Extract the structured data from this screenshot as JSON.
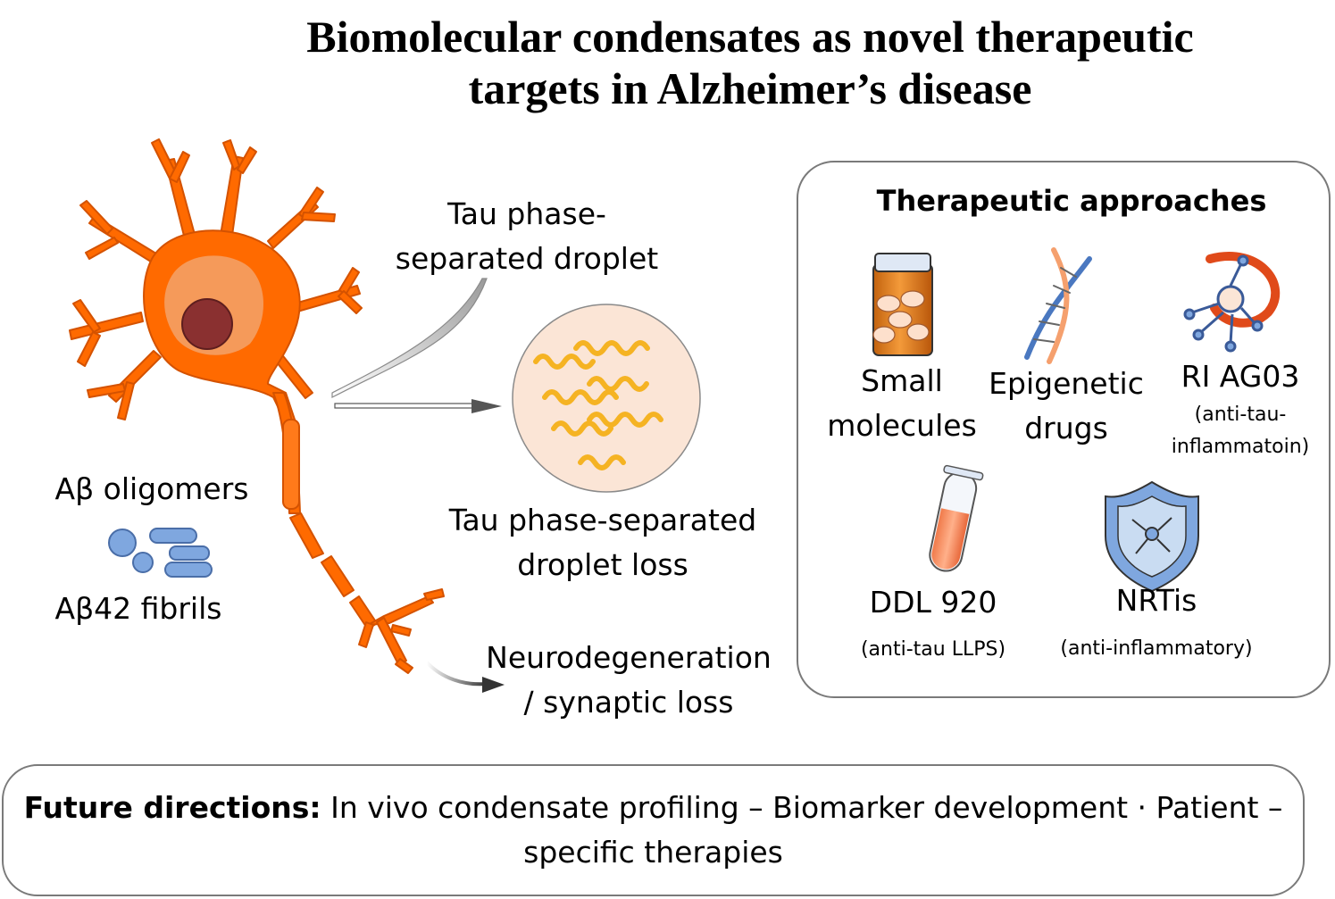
{
  "title": {
    "line1": "Biomolecular condensates as novel therapeutic",
    "line2": "targets in Alzheimer’s disease"
  },
  "neuron_labels": {
    "abeta_oligomers": "Aβ oligomers",
    "abeta42_fibrils": "Aβ42 fibrils"
  },
  "tau_droplet": {
    "label_line1": "Tau phase-",
    "label_line2": "separated droplet",
    "loss_line1": "Tau phase-separated",
    "loss_line2": "droplet loss"
  },
  "neurodegeneration": {
    "line1": "Neurodegeneration",
    "line2": "/ synaptic loss"
  },
  "therapeutic_approaches": {
    "title": "Therapeutic approaches",
    "items": [
      {
        "label_line1": "Small",
        "label_line2": "molecules",
        "icon": "pill-bottle-icon"
      },
      {
        "label_line1": "Epigenetic",
        "label_line2": "drugs",
        "icon": "dna-icon"
      },
      {
        "label_line1": "RI AG03",
        "sub_line1": "(anti-tau-",
        "sub_line2": "inflammatoin)",
        "icon": "peptide-icon"
      },
      {
        "label_line1": "DDL 920",
        "sub_line1": "(anti-tau LLPS)",
        "icon": "test-tube-icon"
      },
      {
        "label_line1": "NRTis",
        "sub_line1": "(anti-inflammatory)",
        "icon": "shield-icon"
      }
    ]
  },
  "future_directions": {
    "label": "Future directions:",
    "text_line1": " In vivo condensate profiling – Biomarker development · Patient –",
    "text_line2": "specific therapies"
  },
  "colors": {
    "neuron": "#ff6a00",
    "neuron_light": "#f5a06e",
    "nucleus": "#8a3030",
    "droplet_bg": "#fbe5d6",
    "tau_strand": "#f5b323",
    "abeta": "#7fa7df",
    "panel_border": "#7a7a7a"
  }
}
